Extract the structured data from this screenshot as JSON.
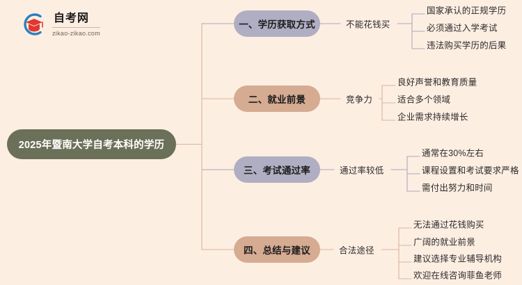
{
  "page": {
    "background_color": "#fdeee2"
  },
  "logo": {
    "name": "自考网",
    "domain": "zikao-zikao.com",
    "mark_icon": "graduation-cap-icon",
    "ring_color": "#2a7fc1",
    "cap_color": "#e0382f"
  },
  "mindmap": {
    "root": {
      "label": "2025年暨南大学自考本科的学历",
      "color": "#6b7058",
      "text_color": "#ffffff"
    },
    "branches": [
      {
        "label": "一、学历获取方式",
        "color": "#b0aec2",
        "line_color": "#a9a8bd",
        "middle": "不能花钱买",
        "leaves": [
          "国家承认的正规学历",
          "必须通过入学考试",
          "违法购买学历的后果"
        ]
      },
      {
        "label": "二、就业前景",
        "color": "#d5ab92",
        "line_color": "#d9b49e",
        "middle": "竞争力",
        "leaves": [
          "良好声誉和教育质量",
          "适合多个领域",
          "企业需求持续增长"
        ]
      },
      {
        "label": "三、考试通过率",
        "color": "#b0aec2",
        "line_color": "#a9a8bd",
        "middle": "通过率较低",
        "leaves": [
          "通常在30%左右",
          "课程设置和考试要求严格",
          "需付出努力和时间"
        ]
      },
      {
        "label": "四、总结与建议",
        "color": "#d5ab92",
        "line_color": "#d9b49e",
        "middle": "合法途径",
        "leaves": [
          "无法通过花钱购买",
          "广阔的就业前景",
          "建议选择专业辅导机构",
          "欢迎在线咨询菲鱼老师"
        ]
      }
    ]
  }
}
